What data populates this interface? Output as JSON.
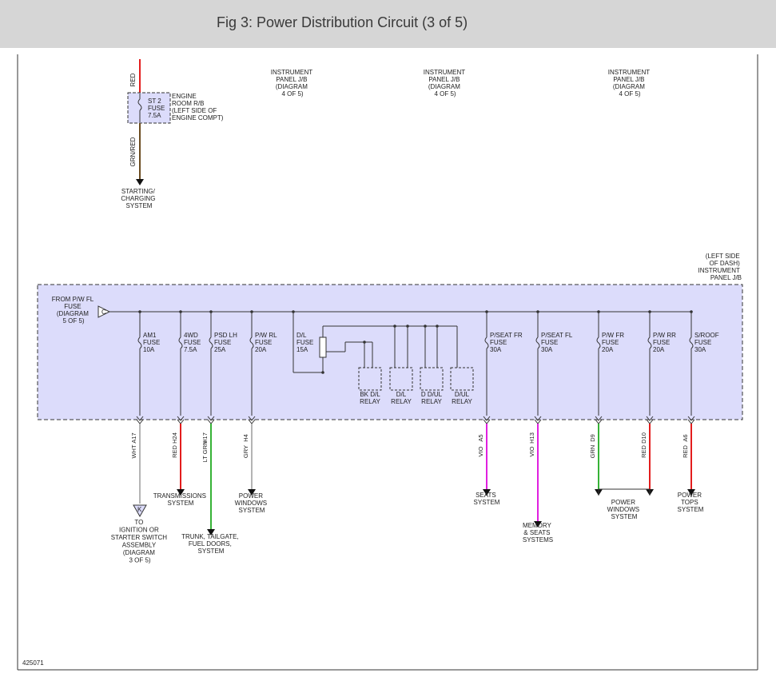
{
  "title": "Fig 3: Power Distribution Circuit (3 of 5)",
  "figure_id": "425071",
  "colors": {
    "header_bg": "#d6d6d6",
    "jb_fill": "#dcdcfb",
    "red": "#e31d1d",
    "green": "#36b236",
    "violet": "#e020e0",
    "gray": "#b4b4b4",
    "grn_red": "#6b4b1f"
  },
  "top": {
    "wire_top_label": "RED",
    "fuse_label": [
      "ST 2",
      "FUSE",
      "7.5A"
    ],
    "location_label": [
      "ENGINE",
      "ROOM R/B",
      "(LEFT SIDE OF",
      "ENGINE COMPT)"
    ],
    "wire_bottom_label": "GRN/RED",
    "destination": [
      "STARTING/",
      "CHARGING",
      "SYSTEM"
    ],
    "refs": [
      [
        "INSTRUMENT",
        "PANEL J/B",
        "(DIAGRAM",
        "4 OF 5)"
      ],
      [
        "INSTRUMENT",
        "PANEL J/B",
        "(DIAGRAM",
        "4 OF 5)"
      ],
      [
        "INSTRUMENT",
        "PANEL J/B",
        "(DIAGRAM",
        "4 OF 5)"
      ]
    ]
  },
  "junction_block": {
    "label": [
      "(LEFT SIDE",
      "OF DASH)",
      "INSTRUMENT",
      "PANEL J/B"
    ],
    "input_label": [
      "FROM P/W FL",
      "FUSE",
      "(DIAGRAM",
      "5 OF 5)"
    ],
    "input_connector": "C",
    "fuses": [
      {
        "label": [
          "AM1",
          "FUSE",
          "10A"
        ],
        "pin": "A17",
        "wire": "WHT"
      },
      {
        "label": [
          "4WD",
          "FUSE",
          "7.5A"
        ],
        "pin": "H24",
        "wire": "RED"
      },
      {
        "label": [
          "PSD LH",
          "FUSE",
          "25A"
        ],
        "pin": "H17",
        "wire": "LT GRN"
      },
      {
        "label": [
          "P/W RL",
          "FUSE",
          "20A"
        ],
        "pin": "H4",
        "wire": "GRY"
      },
      {
        "label": [
          "D/L",
          "FUSE",
          "15A"
        ]
      },
      {
        "label": [
          "P/SEAT FR",
          "FUSE",
          "30A"
        ],
        "pin": "A5",
        "wire": "VIO"
      },
      {
        "label": [
          "P/SEAT FL",
          "FUSE",
          "30A"
        ],
        "pin": "H13",
        "wire": "VIO"
      },
      {
        "label": [
          "P/W FR",
          "FUSE",
          "20A"
        ],
        "pin": "D9",
        "wire": "GRN"
      },
      {
        "label": [
          "P/W RR",
          "FUSE",
          "20A"
        ],
        "pin": "D10",
        "wire": "RED"
      },
      {
        "label": [
          "S/ROOF",
          "FUSE",
          "30A"
        ],
        "pin": "A6",
        "wire": "RED"
      }
    ],
    "relays": [
      [
        "BK D/L",
        "RELAY"
      ],
      [
        "D/L",
        "RELAY"
      ],
      [
        "D D/UL",
        "RELAY"
      ],
      [
        "D/UL",
        "RELAY"
      ]
    ]
  },
  "destinations": {
    "ignition_connector": "K",
    "ignition": [
      "TO",
      "IGNITION OR",
      "STARTER SWITCH",
      "ASSEMBLY",
      "(DIAGRAM",
      "3 OF 5)"
    ],
    "transmissions": [
      "TRANSMISSIONS",
      "SYSTEM"
    ],
    "trunk": [
      "TRUNK, TAILGATE,",
      "FUEL DOORS,",
      "SYSTEM"
    ],
    "power_windows_rl": [
      "POWER",
      "WINDOWS",
      "SYSTEM"
    ],
    "seats": [
      "SEATS",
      "SYSTEM"
    ],
    "memory_seats": [
      "MEMORY",
      "& SEATS",
      "SYSTEMS"
    ],
    "power_windows_fr": [
      "POWER",
      "WINDOWS",
      "SYSTEM"
    ],
    "power_tops": [
      "POWER",
      "TOPS",
      "SYSTEM"
    ]
  }
}
